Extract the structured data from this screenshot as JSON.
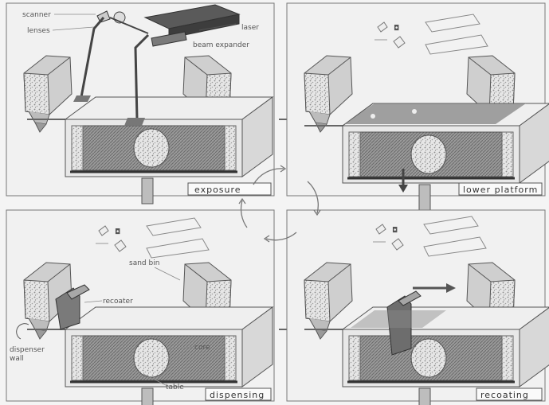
{
  "labels": {
    "scanner": "scanner",
    "lenses": "lenses",
    "laser": "laser",
    "beam_expander": "beam expander",
    "sand_bin": "sand bin",
    "recoater": "recoater",
    "dispenser_wall": "dispenser\nwall",
    "core": "core",
    "table": "table"
  },
  "steps": {
    "exposure": "exposure",
    "lower_platform": "lower platform",
    "dispensing": "dispensing",
    "recoating": "recoating"
  },
  "colors": {
    "background": "#f4f4f4",
    "panel_fill": "#efefef",
    "dark_gray": "#6f6f6f",
    "mid_gray": "#9c9c9c",
    "light_gray": "#d5d5d5",
    "speckle": "#8a8a8a"
  }
}
